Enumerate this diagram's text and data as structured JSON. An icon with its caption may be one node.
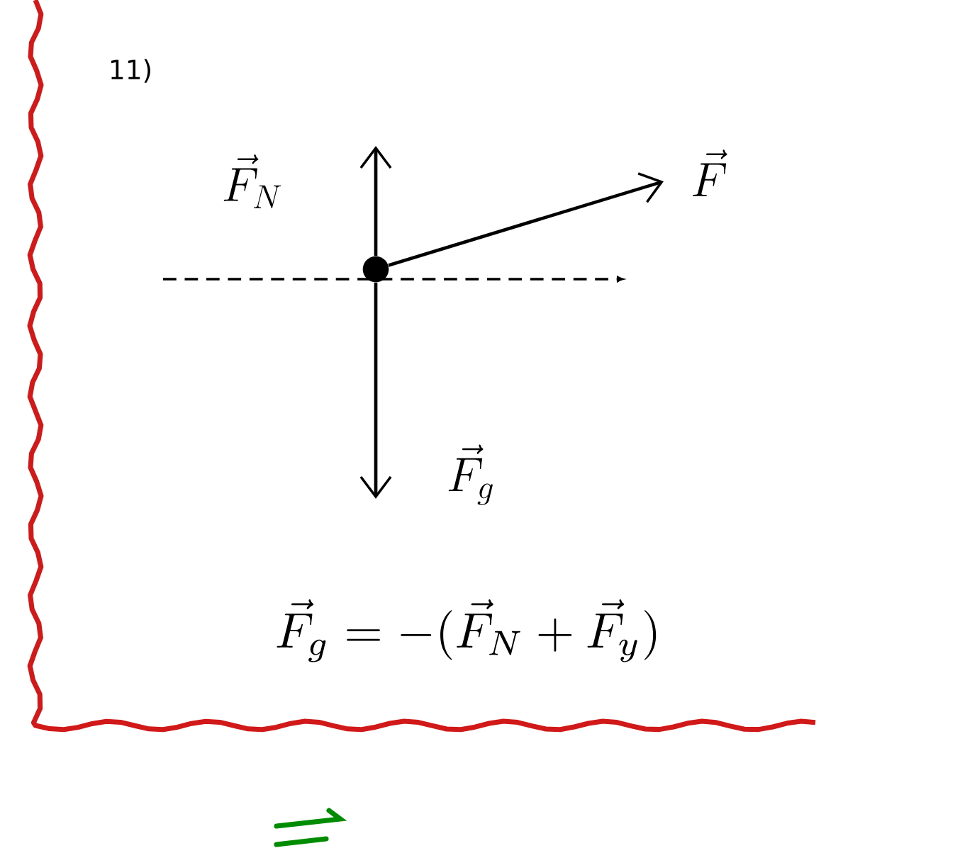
{
  "diagram": {
    "nodes": [
      {
        "text": [],
        "shape": "circle"
      },
      {
        "text": [
          "\\vec{F}_N"
        ]
      },
      {
        "text": [
          "\\vec{F}"
        ]
      },
      {
        "text": [
          "\\vec{F}_g"
        ]
      }
    ],
    "edges": [
      {
        "from": 0,
        "to": 1,
        "arrow": "to"
      },
      {
        "from": 0,
        "to": 2,
        "arrow": "to"
      },
      {
        "from": 0,
        "to": 3,
        "arrow": "to"
      }
    ],
    "labels": [
      "11)",
      "\\vec{F}_g = -(\\vec{F}_N + \\vec{F}_y)"
    ]
  }
}
